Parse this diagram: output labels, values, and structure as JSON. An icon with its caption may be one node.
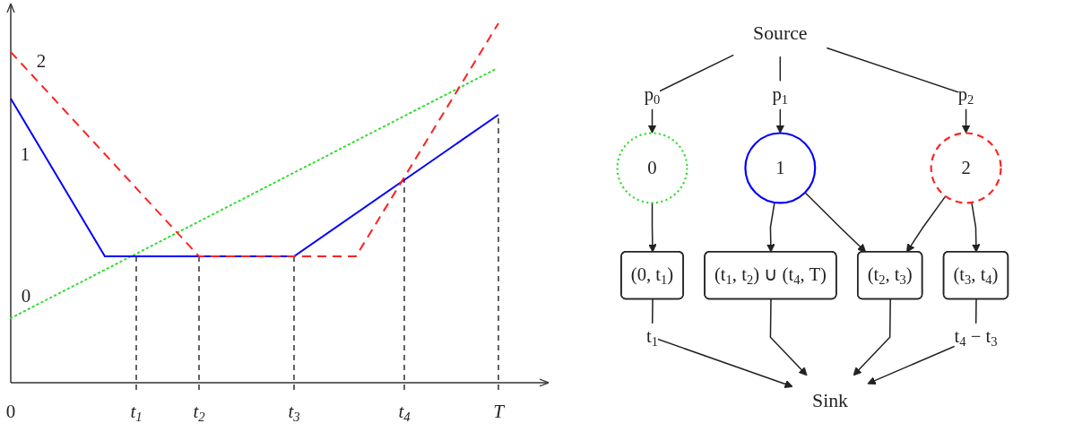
{
  "diagram": {
    "nodes": [
      {
        "text": [
          "Source"
        ]
      },
      {
        "text": [
          "0"
        ]
      },
      {
        "text": [
          "1"
        ]
      },
      {
        "text": [
          "2"
        ]
      },
      {
        "text": [
          "(0, t$_{1}$)"
        ]
      },
      {
        "text": [
          "(t$_{1}$, t$_{2}$) ∪ (t$_{4}$, T)"
        ]
      },
      {
        "text": [
          "(t$_{2}$, t$_{3}$)"
        ]
      },
      {
        "text": [
          "(t$_{3}$, t$_{4}$)"
        ]
      },
      {
        "text": [
          "Sink"
        ]
      }
    ],
    "edges": [
      {
        "from": 0,
        "to": 1,
        "arrow": "to",
        "label": "p$_{0}$"
      },
      {
        "from": 0,
        "to": 2,
        "arrow": "to",
        "label": "p$_{1}$"
      },
      {
        "from": 0,
        "to": 3,
        "arrow": "to",
        "label": "p$_{2}$"
      },
      {
        "from": 1,
        "to": 4,
        "arrow": "to"
      },
      {
        "from": 2,
        "to": 5,
        "arrow": "to"
      },
      {
        "from": 2,
        "to": 6,
        "arrow": "to"
      },
      {
        "from": 3,
        "to": 6,
        "arrow": "to"
      },
      {
        "from": 3,
        "to": 7,
        "arrow": "to"
      },
      {
        "from": 4,
        "to": 8,
        "arrow": "to",
        "label": "t$_{1}$"
      },
      {
        "from": 5,
        "to": 8,
        "arrow": "to"
      },
      {
        "from": 6,
        "to": 8,
        "arrow": "to"
      },
      {
        "from": 7,
        "to": 8,
        "arrow": "to",
        "label": "t$_{4}$ − t$_{3}$"
      }
    ],
    "labels": [
      "2",
      "1",
      "0",
      "0",
      "t$_{1}$",
      "t$_{2}$",
      "t$_{3}$",
      "t$_{4}$",
      "T"
    ]
  }
}
